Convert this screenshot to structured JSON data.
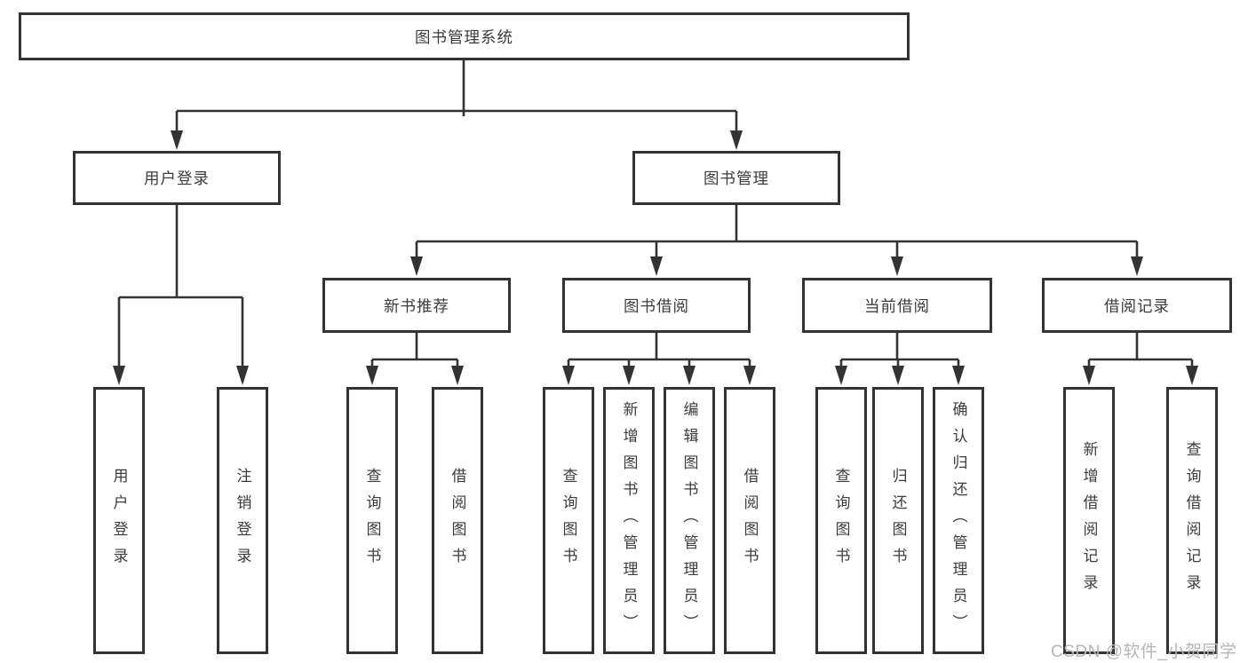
{
  "diagram": {
    "root": {
      "label": "图书管理系统"
    },
    "branches": {
      "user_login": {
        "label": "用户登录",
        "children": [
          "用户登录",
          "注销登录"
        ]
      },
      "book_mgmt": {
        "label": "图书管理",
        "sections": {
          "new_books": {
            "label": "新书推荐",
            "children": [
              "查询图书",
              "借阅图书"
            ]
          },
          "book_borrow": {
            "label": "图书借阅",
            "children": [
              "查询图书",
              "新增图书（管理员）",
              "编辑图书（管理员）",
              "借阅图书"
            ]
          },
          "current_borrow": {
            "label": "当前借阅",
            "children": [
              "查询图书",
              "归还图书",
              "确认归还（管理员）"
            ]
          },
          "borrow_records": {
            "label": "借阅记录",
            "children": [
              "新增借阅记录",
              "查询借阅记录"
            ]
          }
        }
      }
    },
    "watermark": {
      "label": "CSDN @软件_小贺同学"
    }
  },
  "colors": {
    "line": "#333333",
    "text": "#3c3c3c",
    "box_bg": "#ffffff",
    "watermark": "#b6b6b6",
    "background": "#ffffff"
  }
}
